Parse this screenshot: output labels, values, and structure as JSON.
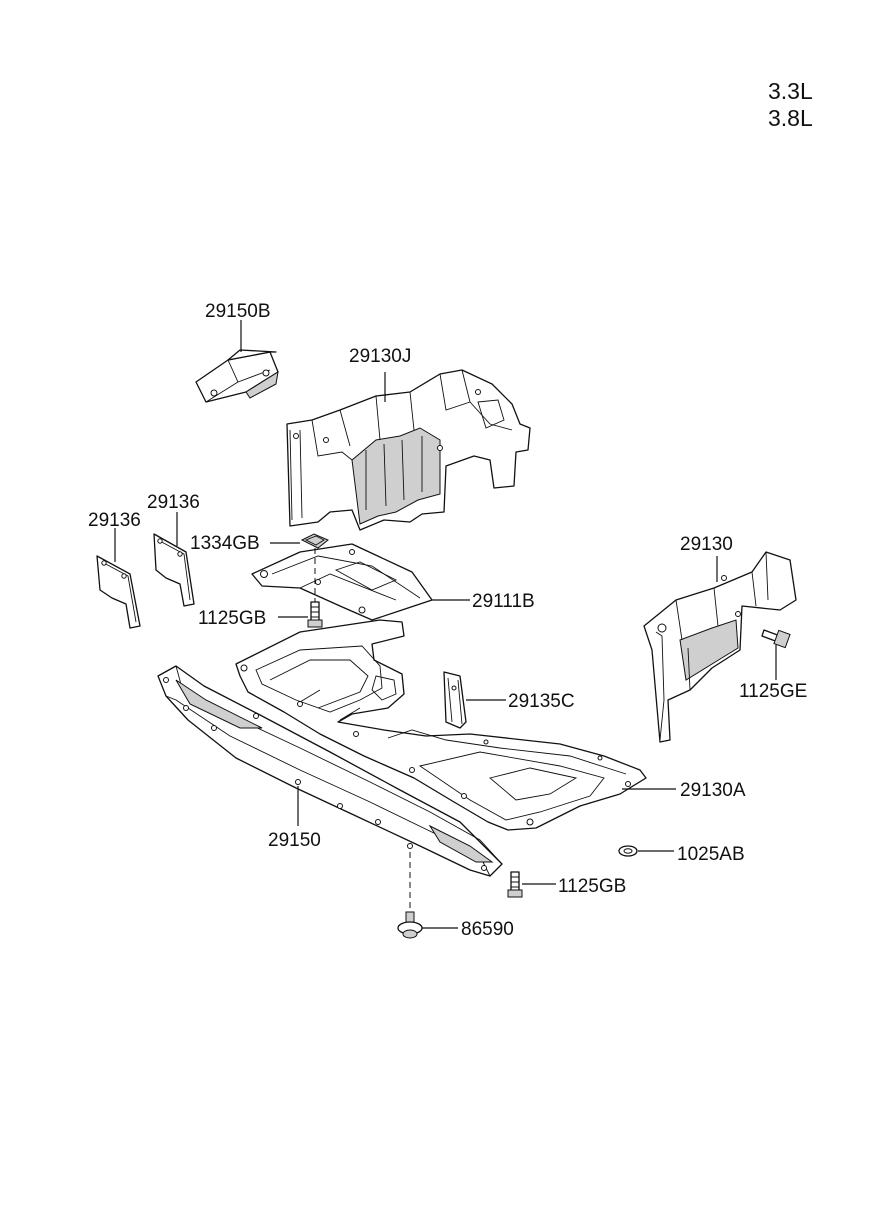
{
  "engine_variants": [
    "3.3L",
    "3.8L"
  ],
  "callouts": {
    "p29150B": "29150B",
    "p29130J": "29130J",
    "p29136a": "29136",
    "p29136b": "29136",
    "p1334GB": "1334GB",
    "p29111B": "29111B",
    "p1125GB_top": "1125GB",
    "p29130": "29130",
    "p1125GE": "1125GE",
    "p29135C": "29135C",
    "p29130A": "29130A",
    "p29150": "29150",
    "p1025AB": "1025AB",
    "p1125GB_bottom": "1125GB",
    "p86590": "86590"
  }
}
